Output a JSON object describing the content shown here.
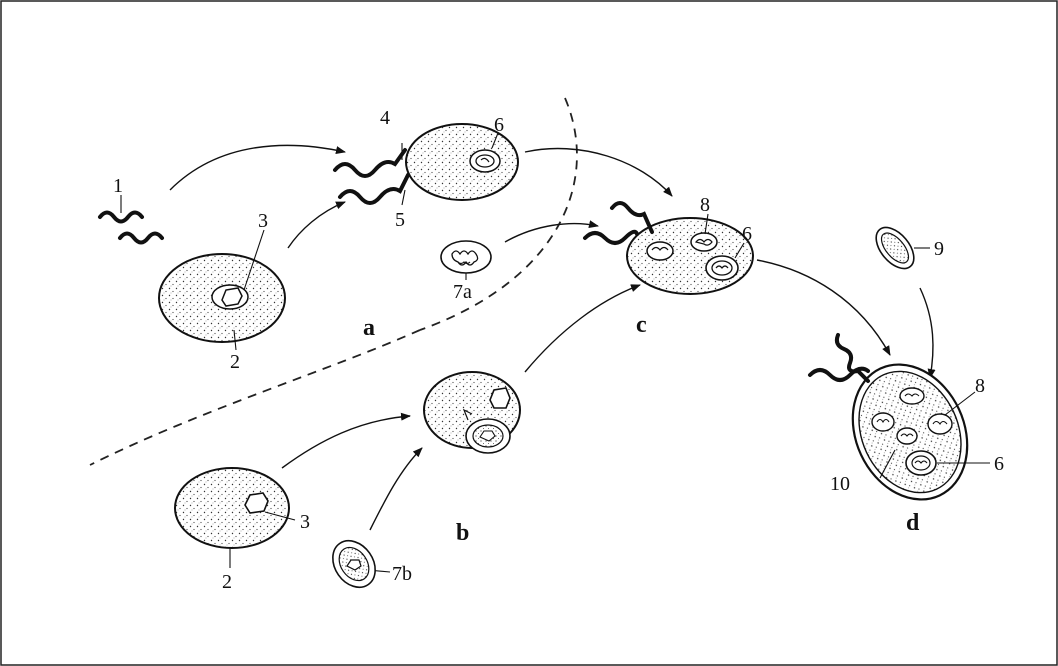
{
  "figure": {
    "panels": {
      "a": "a",
      "b": "b",
      "c": "c",
      "d": "d"
    },
    "numbers": {
      "n1": "1",
      "n2a": "2",
      "n3a": "3",
      "n4": "4",
      "n5": "5",
      "n6a": "6",
      "n7a": "7a",
      "n8c": "8",
      "n6c": "6",
      "n9": "9",
      "n2b": "2",
      "n3b": "3",
      "n7b": "7b",
      "n8d": "8",
      "n10": "10",
      "n6d": "6"
    }
  }
}
